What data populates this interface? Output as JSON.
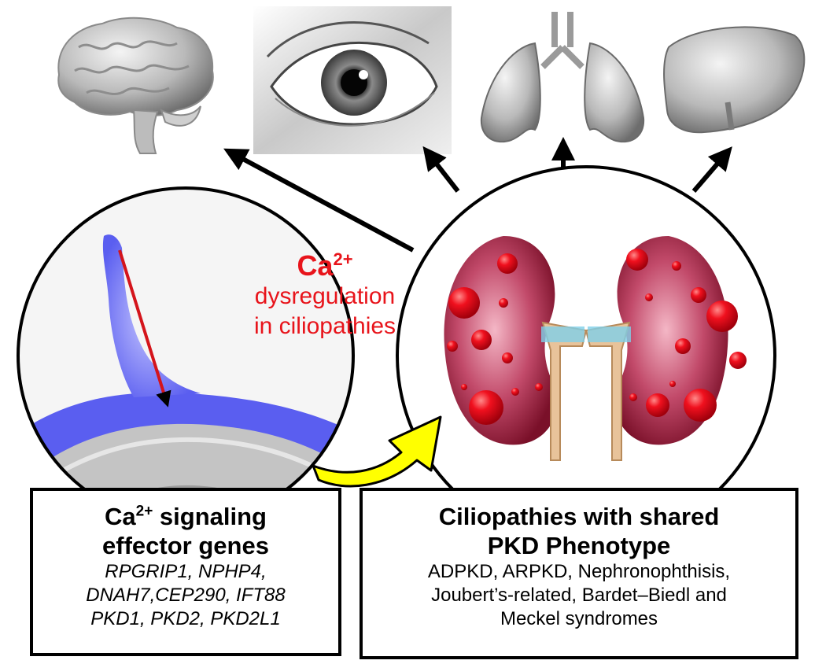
{
  "organs": [
    {
      "name": "brain-icon"
    },
    {
      "name": "eye-icon"
    },
    {
      "name": "lungs-icon"
    },
    {
      "name": "liver-icon"
    }
  ],
  "cilium_panel": {
    "ca_symbol": "Ca",
    "ca_charge": "2+",
    "line1": "dysregulation",
    "line2": "in ciliopathies",
    "text_color": "#e8141b",
    "membrane_color": "#5a5ef0"
  },
  "genes_box": {
    "title_ca": "Ca",
    "title_charge": "2+",
    "title_rest": " signaling",
    "title_line2": "effector genes",
    "genes": [
      "RPGRIP1, NPHP4,",
      "DNAH7,CEP290, IFT88",
      "PKD1, PKD2, PKD2L1"
    ]
  },
  "phenotype_box": {
    "title_line1": "Ciliopathies with shared",
    "title_line2": "PKD Phenotype",
    "diseases": [
      "ADPKD, ARPKD, Nephronophthisis,",
      "Joubert’s-related, Bardet–Biedl and",
      "Meckel syndromes"
    ]
  },
  "colors": {
    "kidney": "#8e1a33",
    "cyst": "#e0061a",
    "arrow_yellow": "#ffff00"
  }
}
